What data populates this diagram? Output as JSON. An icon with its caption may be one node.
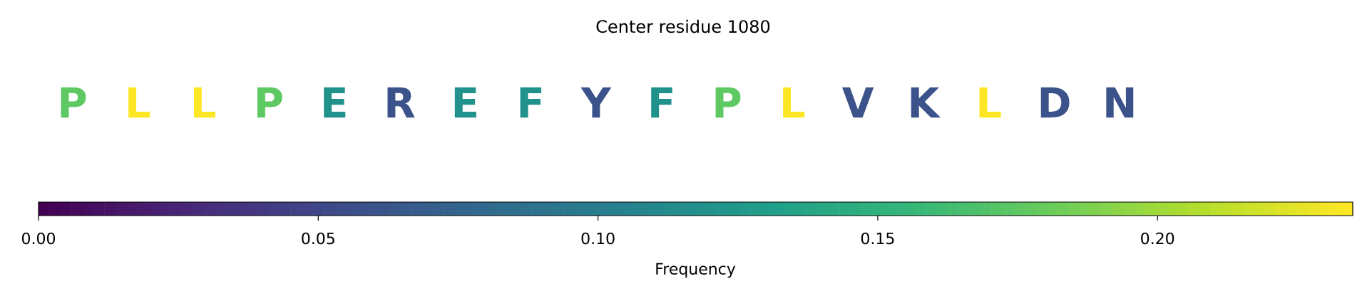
{
  "diagram": {
    "title": "Center residue 1080",
    "labels": [
      "P",
      "L",
      "L",
      "P",
      "E",
      "R",
      "E",
      "F",
      "Y",
      "F",
      "P",
      "L",
      "V",
      "K",
      "L",
      "D",
      "N",
      "0.00",
      "0.05",
      "0.10",
      "0.15",
      "0.20",
      "Frequency"
    ]
  }
}
